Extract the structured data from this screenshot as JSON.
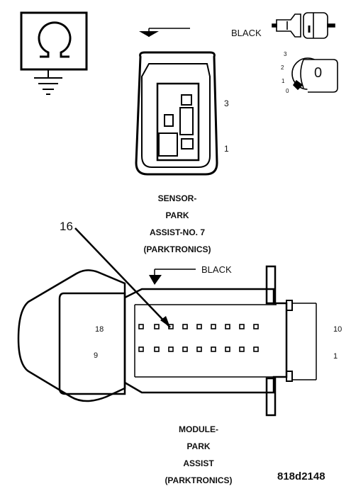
{
  "sensor": {
    "wire_color": "BLACK",
    "pin_top": "3",
    "pin_bottom": "1",
    "caption": [
      "SENSOR-",
      "PARK",
      "ASSIST-NO. 7",
      "(PARKTRONICS)"
    ]
  },
  "key_switch": {
    "positions": [
      "3",
      "2",
      "1",
      "0"
    ],
    "key_label": "0"
  },
  "module": {
    "wire_color": "BLACK",
    "callout": "16",
    "row_top_left": "18",
    "row_top_right": "10",
    "row_bottom_left": "9",
    "row_bottom_right": "1",
    "caption": [
      "MODULE-",
      "PARK",
      "ASSIST",
      "(PARKTRONICS)"
    ]
  },
  "figure_id": "818d2148",
  "icons": [
    "ohmmeter-ground-icon",
    "key-switch-icon",
    "sensor-connector",
    "module-connector"
  ]
}
